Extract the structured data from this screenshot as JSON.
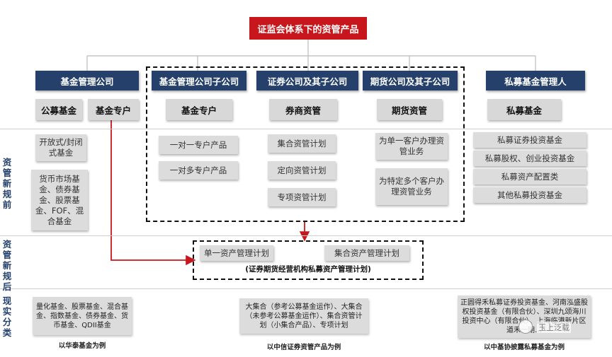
{
  "title": "证监会体系下的资管产品",
  "row_labels": [
    "资管新规前",
    "资管新规后",
    "现实分类"
  ],
  "columns": {
    "fund_company": {
      "header": "基金管理公司",
      "sub1": "公募基金",
      "sub2": "基金专户",
      "before": [
        "开放式/封闭式基金",
        "货币市场基金、债券基金、股票基金、FOF、混合基金"
      ]
    },
    "fund_subsidiary": {
      "header": "基金管理公司子公司",
      "sub": "基金专户",
      "before": [
        "一对一专户产品",
        "一对多专户产品"
      ]
    },
    "securities": {
      "header": "证券公司及其子公司",
      "sub": "券商资管",
      "before": [
        "集合资管计划",
        "定向资管计划",
        "专项资管计划"
      ]
    },
    "futures": {
      "header": "期货公司及其子公司",
      "sub": "期货资管",
      "before": [
        "为单一客户办理资管业务",
        "为特定多个客户办理资管业务"
      ]
    },
    "private": {
      "header": "私募基金管理人",
      "sub": "私募基金",
      "before": [
        "私募证券投资基金",
        "私募股权、创业投资基金",
        "私募资产配置类",
        "其他私募投资基金"
      ]
    }
  },
  "after": {
    "box1": "单一资产管理计划",
    "box2": "集合资产管理计划",
    "caption": "(证券期货经营机构私募资产管理计划)"
  },
  "examples": [
    {
      "text": "量化基金、股票基金、混合基金、指数基金、债券基金、货币基金、QDII基金",
      "caption": "以华泰基金为例"
    },
    {
      "text": "大集合（参考公募基金运作）、大集合（未参考公募基金运作）、集合资管计划（小集合产品）、专项计划",
      "caption": "以中信证券资管产品为例"
    },
    {
      "text": "正圆得禾私募证券投资基金、河南泓盛股权投资基金（有限合伙）、深圳九颂海川投资中心（有限合伙）、上海临港新片区道禾一期…",
      "caption": "以中基协披露私募基金为例"
    }
  ],
  "watermark": "玉上泛载",
  "colors": {
    "title_bg": "#c8161d",
    "header_bg": "#24406b",
    "arrow": "#c8161d",
    "box_bg": "#dcdcdc"
  }
}
